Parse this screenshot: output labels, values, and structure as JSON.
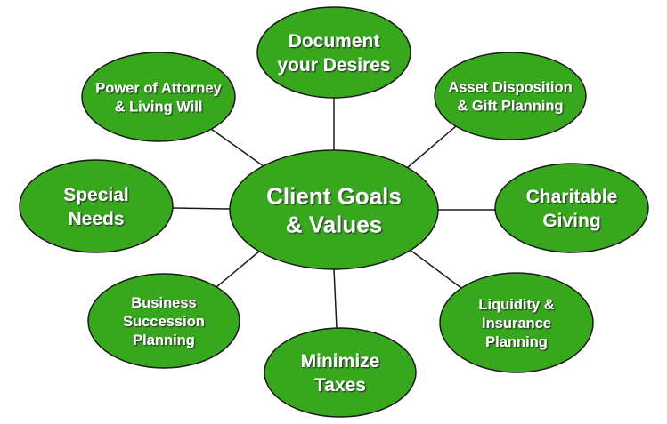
{
  "colors": {
    "node_fill": "#37a81e",
    "node_stroke": "#1a1a1a",
    "connector": "#1a1a1a",
    "text": "#ffffff",
    "text_shadow": "#2a2a2a"
  },
  "center": {
    "lines": [
      "Client Goals",
      "& Values"
    ]
  },
  "nodes": [
    {
      "id": "document-desires",
      "lines": [
        "Document",
        "your Desires"
      ]
    },
    {
      "id": "asset-disposition",
      "lines": [
        "Asset Disposition",
        "& Gift Planning"
      ]
    },
    {
      "id": "charitable-giving",
      "lines": [
        "Charitable",
        "Giving"
      ]
    },
    {
      "id": "liquidity-insurance",
      "lines": [
        "Liquidity &",
        "Insurance",
        "Planning"
      ]
    },
    {
      "id": "minimize-taxes",
      "lines": [
        "Minimize",
        "Taxes"
      ]
    },
    {
      "id": "business-succession",
      "lines": [
        "Business",
        "Succession",
        "Planning"
      ]
    },
    {
      "id": "special-needs",
      "lines": [
        "Special",
        "Needs"
      ]
    },
    {
      "id": "power-of-attorney",
      "lines": [
        "Power of Attorney",
        "& Living Will"
      ]
    }
  ]
}
